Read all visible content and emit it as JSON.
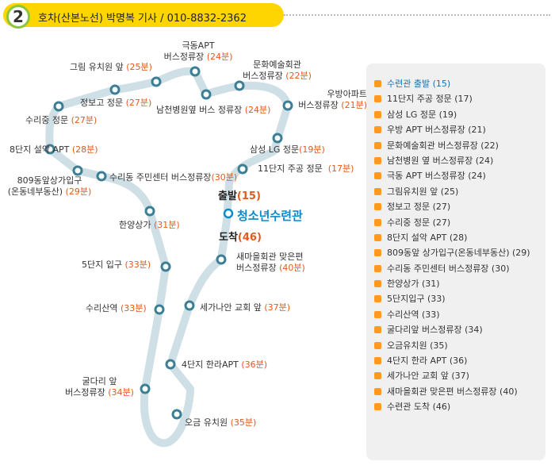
{
  "header": {
    "number": "2",
    "title": "호차(산본노선)   박명복 기사 / 010-8832-2362"
  },
  "map": {
    "center_label": "청소년수련관",
    "depart_label": "출발",
    "depart_time": "(15)",
    "arrive_label": "도착",
    "arrive_time": "(46)",
    "stops": [
      {
        "name": "11단지 주공 정문",
        "time": "(17분)"
      },
      {
        "name": "삼성 LG 정문",
        "time": "(19분)"
      },
      {
        "name": "우방아파트",
        "name2": "버스정류장",
        "time": "(21분)"
      },
      {
        "name": "문화예술회관",
        "name2": "버스정류장",
        "time": "(22분)"
      },
      {
        "name": "남천병원옆 버스 정류장",
        "time": "(24분)"
      },
      {
        "name": "극동APT",
        "name2": "버스정류장",
        "time": "(24분)"
      },
      {
        "name": "그림 유치원 앞",
        "time": "(25분)"
      },
      {
        "name": "정보고 정문",
        "time": "(27분)"
      },
      {
        "name": "수리중 정문",
        "time": "(27분)"
      },
      {
        "name": "8단지 설악 APT",
        "time": "(28분)"
      },
      {
        "name": "809동앞상가입구",
        "name2": "(온동네부동산)",
        "time": "(29분)"
      },
      {
        "name": "수리동 주민센터 버스정류장",
        "time": "(30분)"
      },
      {
        "name": "한양상가",
        "time": "(31분)"
      },
      {
        "name": "5단지 입구",
        "time": "(33분)"
      },
      {
        "name": "수리산역",
        "time": "(33분)"
      },
      {
        "name": "굴다리 앞",
        "name2": "버스정류장",
        "time": "(34분)"
      },
      {
        "name": "오금 유치원",
        "time": "(35분)"
      },
      {
        "name": "4단지 한라APT",
        "time": "(36분)"
      },
      {
        "name": "세가나안 교회 앞",
        "time": "(37분)"
      },
      {
        "name": "새마을회관 맞은편",
        "name2": "버스정류장",
        "time": "(40분)"
      }
    ]
  },
  "panel": {
    "items": [
      "수련관 출발 (15)",
      "11단지 주공 정문 (17)",
      "삼성 LG 정문 (19)",
      "우방 APT 버스정류장 (21)",
      "문화예술회관 버스정류장 (22)",
      "남천병원 옆 버스정류장 (24)",
      "극동 APT 버스정류장 (24)",
      "그림유치원 앞 (25)",
      "정보고 정문 (27)",
      "수리중 정문 (27)",
      "8단지 설악 APT (28)",
      "809동앞 상가입구(온동네부동산) (29)",
      "수리동 주민센터 버스정류장 (30)",
      "한양상가 (31)",
      "5단지입구 (33)",
      "수리산역 (33)",
      "굴다리앞 버스정류장 (34)",
      "오금유치원 (35)",
      "4단지 한라 APT (36)",
      "세가나안 교회 앞 (37)",
      "새마을회관 맞은편 버스정류장 (40)",
      "수련관 도착 (46)"
    ]
  },
  "colors": {
    "route": "#cfdfe6",
    "stop_ring": "#3b7f94",
    "time": "#e25a1c",
    "header_bg": "#ffd500",
    "center": "#0a8bc9",
    "bullet": "#ff9a1f"
  }
}
